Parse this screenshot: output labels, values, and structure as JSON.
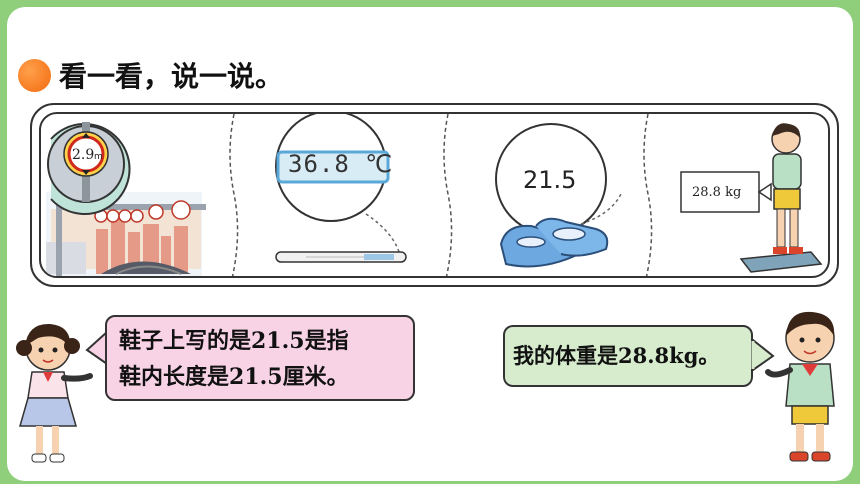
{
  "heading": {
    "text": "看一看，说一说。"
  },
  "panels": {
    "height_sign": {
      "value": "2.9",
      "unit": "m"
    },
    "thermometer": {
      "reading": "36.8 ℃"
    },
    "shoe": {
      "size": "21.5"
    },
    "scale": {
      "reading": "28.8 kg"
    }
  },
  "bubbles": {
    "girl_line1": "鞋子上写的是21.5是指",
    "girl_line2": "鞋内长度是21.5厘米。",
    "boy": "我的体重是28.8kg。"
  },
  "colors": {
    "background": "#8fce7a",
    "bullet": "#f26a10",
    "girl_bubble": "#f8d3e6",
    "boy_bubble": "#d6eccd"
  }
}
